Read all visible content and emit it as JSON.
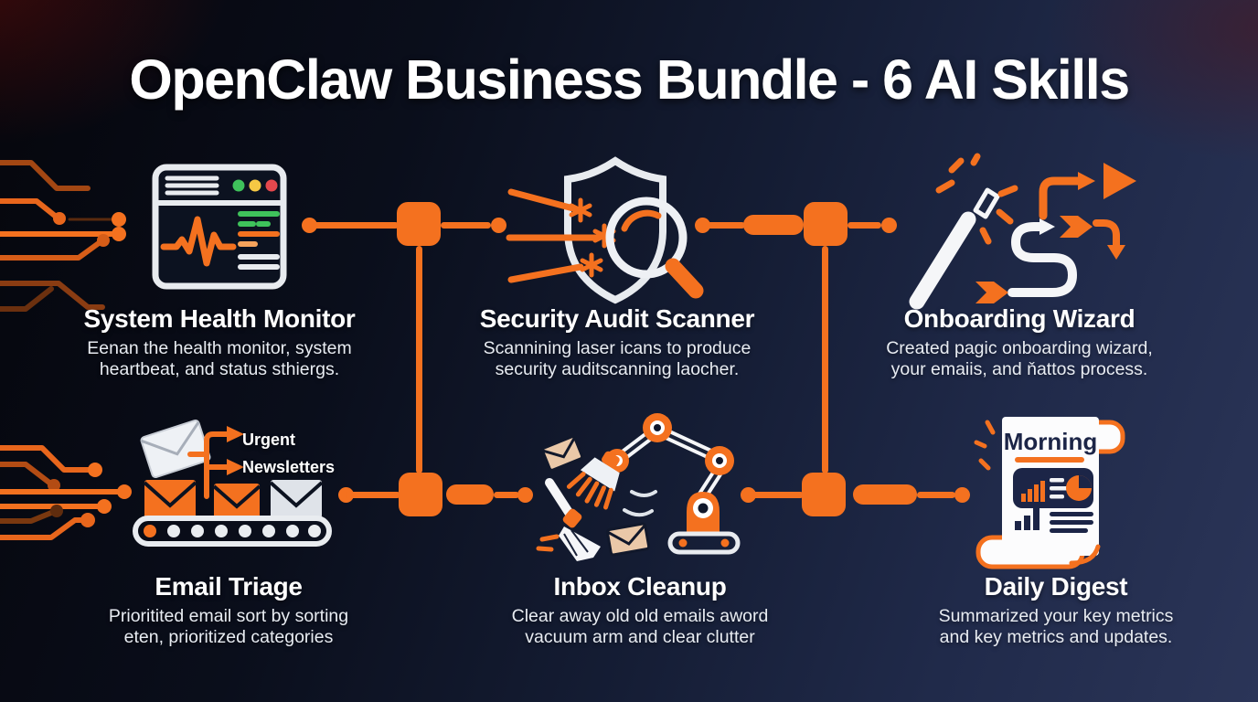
{
  "title": "OpenClaw Business Bundle - 6 AI Skills",
  "colors": {
    "accent_orange": "#F4711F",
    "background_navy": "#202A4A",
    "background_black": "#05060C",
    "text_white": "#FFFFFF",
    "text_dim": "#E8ECF2",
    "status_green": "#3FC25B",
    "status_yellow": "#F6C844",
    "status_red": "#E5484D",
    "scroll_ink_navy": "#1C2547",
    "envelope_tan": "#EAC8A8"
  },
  "skills": [
    {
      "id": "system-health-monitor",
      "title": "System Health Monitor",
      "description": "Eenan the health monitor, system heartbeat, and status sthiergs.",
      "icon": "health-monitor-window-icon"
    },
    {
      "id": "security-audit-scanner",
      "title": "Security Audit Scanner",
      "description": "Scannining laser icans to produce security auditscanning laocher.",
      "icon": "shield-magnifier-laser-icon"
    },
    {
      "id": "onboarding-wizard",
      "title": "Onboarding Wizard",
      "description": "Created pagic onboarding wizard, your emaiis, and ňattos process.",
      "icon": "magic-wand-flow-arrows-icon"
    },
    {
      "id": "email-triage",
      "title": "Email Triage",
      "description": "Prioritited email sort by sorting eten, prioritized categories",
      "icon": "conveyor-envelopes-icon",
      "labels": [
        "Urgent",
        "Newsletters"
      ]
    },
    {
      "id": "inbox-cleanup",
      "title": "Inbox Cleanup",
      "description": "Clear away old old emails aword vacuum arm and clear clutter",
      "icon": "robot-arm-broom-icon"
    },
    {
      "id": "daily-digest",
      "title": "Daily Digest",
      "description": "Summarized your key metrics and key metrics and updates.",
      "icon": "morning-scroll-report-icon",
      "scroll_header": "Morning"
    }
  ]
}
